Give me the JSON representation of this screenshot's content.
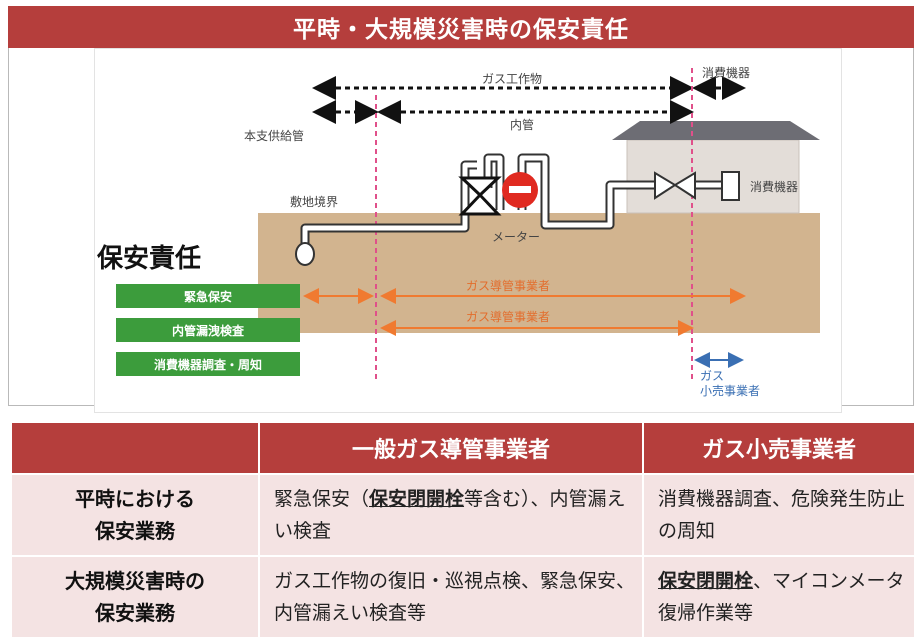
{
  "title": "平時・大規模災害時の保安責任",
  "diagram": {
    "span_gas_facility": "ガス工作物",
    "span_appliance": "消費機器",
    "span_inner_pipe": "内管",
    "main_pipe_label": "本支供給管",
    "boundary_label": "敷地境界",
    "meter_label": "メーター",
    "appliance_label": "消費機器",
    "responsibility_title": "保安責任",
    "duties": [
      "緊急保安",
      "内管漏洩検査",
      "消費機器調査・周知"
    ],
    "operator_label_1": "ガス導管事業者",
    "operator_label_2": "ガス導管事業者",
    "retailer_label_line1": "ガス",
    "retailer_label_line2": "小売事業者",
    "colors": {
      "title_bar": "#b53e3c",
      "duty_green": "#3c9c3c",
      "orange_arrow": "#f07a30",
      "pink_dashed": "#e0508a",
      "blue_arrow": "#3a6fb3"
    }
  },
  "table": {
    "headers": [
      "",
      "一般ガス導管事業者",
      "ガス小売事業者"
    ],
    "rows": [
      {
        "label_line1": "平時における",
        "label_line2": "保安業務",
        "pipeline_pre": "緊急保安（",
        "pipeline_em": "保安閉開栓",
        "pipeline_post": "等含む）、内管漏えい検査",
        "retail_pre": "",
        "retail_em": "",
        "retail_post": "消費機器調査、危険発生防止の周知"
      },
      {
        "label_line1": "大規模災害時の",
        "label_line2": "保安業務",
        "pipeline_pre": "ガス工作物の復旧・巡視点検、緊急保安、内管漏えい検査等",
        "pipeline_em": "",
        "pipeline_post": "",
        "retail_pre": "",
        "retail_em": "保安閉開栓",
        "retail_post": "、マイコンメータ復帰作業等"
      }
    ]
  }
}
